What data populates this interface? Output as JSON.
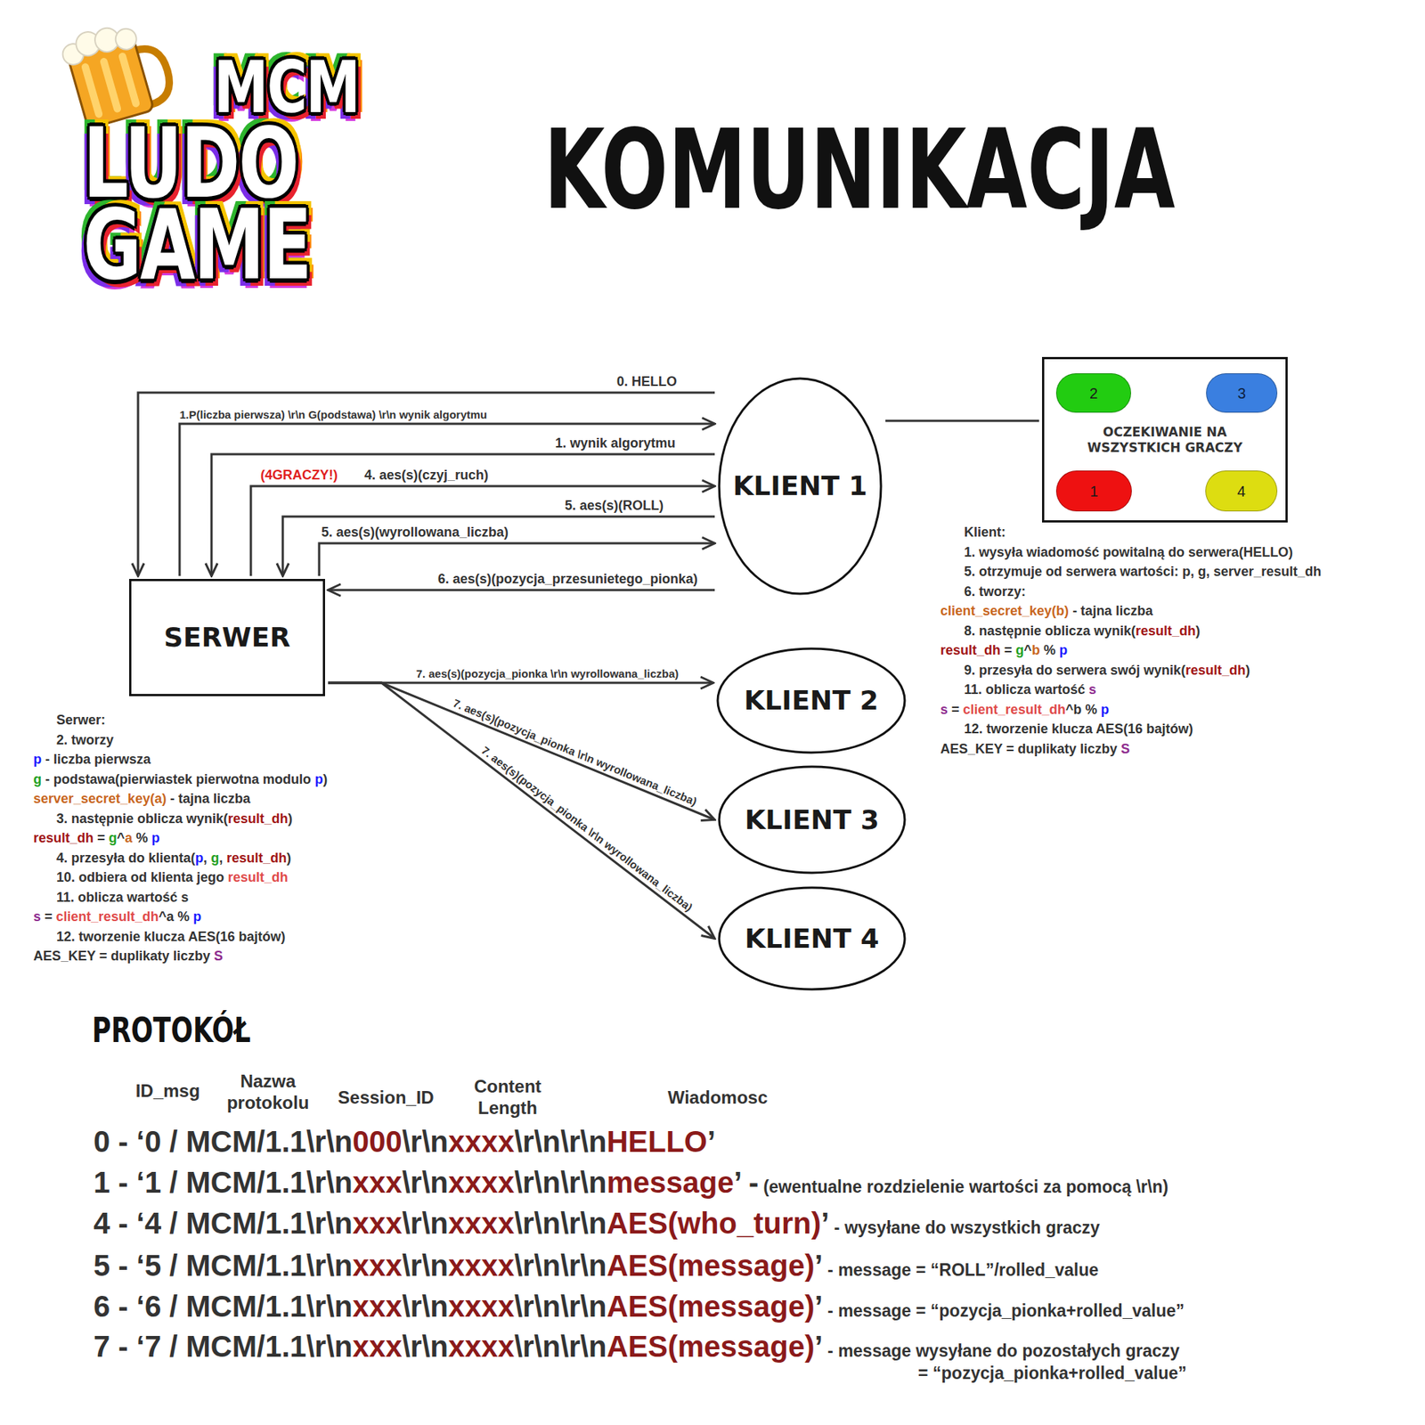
{
  "diagram": {
    "title": "KOMUNIKACJA",
    "nodes": [
      {
        "text": [
          "KLIENT 1"
        ]
      },
      {
        "text": [
          "OCZEKIWANIE NA WSZYSTKICH GRACZY"
        ]
      },
      {
        "text": [
          "2"
        ],
        "in": 1
      },
      {
        "text": [
          "3"
        ],
        "in": 1
      },
      {
        "text": [
          "1"
        ],
        "in": 1
      },
      {
        "text": [
          "4"
        ],
        "in": 1
      },
      {
        "text": [
          "SERWER"
        ]
      },
      {
        "text": [
          "KLIENT 2"
        ]
      },
      {
        "text": [
          "KLIENT 3"
        ]
      },
      {
        "text": [
          "KLIENT 4"
        ]
      }
    ],
    "edges": [
      {
        "from": 0,
        "to": 6,
        "label": "0. HELLO",
        "arrow": "to"
      },
      {
        "from": 6,
        "to": 0,
        "label": "1.P(liczba pierwsza) \\r\\n G(podstawa) \\r\\n wynik algorytmu",
        "arrow": "to"
      },
      {
        "from": 0,
        "to": 6,
        "label": "1. wynik algorytmu",
        "arrow": "to"
      },
      {
        "from": 6,
        "to": 0,
        "label": "4. aes(s)(czyj_ruch)",
        "arrow": "to"
      },
      {
        "from": 0,
        "to": 6,
        "label": "5. aes(s)(ROLL)",
        "arrow": "to"
      },
      {
        "from": 6,
        "to": 0,
        "label": "5. aes(s)(wyrollowana_liczba)",
        "arrow": "to"
      },
      {
        "from": 0,
        "to": 6,
        "label": "6. aes(s)(pozycja_przesunietego_pionka)",
        "arrow": "to"
      },
      {
        "from": 6,
        "to": 7,
        "label": "7. aes(s)(pozycja_pionka \\r\\n wyrollowana_liczba)",
        "arrow": "to"
      },
      {
        "from": 6,
        "to": 8,
        "label": "7. aes(s)(pozycja_pionka \\r\\n wyrollowana_liczba)",
        "arrow": "to"
      },
      {
        "from": 6,
        "to": 9,
        "label": "7. aes(s)(pozycja_pionka \\r\\n wyrollowana_liczba)",
        "arrow": "to"
      },
      {
        "from": 0,
        "to": 1,
        "arrow": "none"
      }
    ],
    "labels": [
      "MCM",
      "LUDO",
      "GAME",
      "(4GRACZY!)",
      "Klient:",
      "1. wysyła wiadomość powitalną do serwera(HELLO)",
      "5. otrzymuje od serwera wartości: p, g, server_result_dh",
      "6. tworzy:",
      "client_secret_key(b)",
      "- tajna liczba",
      "8. następnie oblicza wynik(",
      "result_dh",
      ")",
      "result_dh",
      "=",
      "g",
      "^",
      "b",
      "%",
      "p",
      "9. przesyła do serwera swój wynik(",
      "result_dh",
      ")",
      "11. oblicza wartość",
      "s",
      "s",
      "=",
      "client_result_dh",
      "^",
      "b",
      "%",
      "p",
      "12. tworzenie klucza AES(16 bajtów)",
      "AES_KEY = duplikaty liczby",
      "S",
      "Serwer:",
      "2. tworzy",
      "p",
      "- liczba pierwsza",
      "g",
      "- podstawa(pierwiastek pierwotna modulo",
      "p",
      ")",
      "server_secret_key(a)",
      "- tajna liczba",
      "3. następnie oblicza wynik(",
      "result_dh",
      ")",
      "result_dh",
      "=",
      "g",
      "^",
      "a",
      "%",
      "p",
      "4. przesyła do klienta(",
      "p",
      ",",
      "g",
      ",",
      "result_dh",
      ")",
      "10. odbiera od klienta jego",
      "result_dh",
      "11. oblicza wartość s",
      "s",
      "=",
      "client_result_dh",
      "^",
      "a",
      "%",
      "p",
      "12. tworzenie klucza AES(16 bajtów)",
      "AES_KEY = duplikaty liczby",
      "S",
      "PROTOKÓŁ",
      "ID_msg",
      "Nazwa protokolu",
      "Session_ID",
      "Content Length",
      "Wiadomosc",
      "0 - ‘0 / MCM/1.1\\r\\n",
      "000",
      "\\r\\n",
      "xxxx",
      "\\r\\n\\r\\n",
      "HELLO",
      "’",
      "1 - ‘1 / MCM/1.1\\r\\n",
      "xxx",
      "\\r\\n",
      "xxxx",
      "\\r\\n\\r\\n",
      "message",
      "’ -",
      "(ewentualne rozdzielenie wartości za pomocą \\r\\n)",
      "4 - ‘4 / MCM/1.1\\r\\n",
      "xxx",
      "\\r\\n",
      "xxxx",
      "\\r\\n\\r\\n",
      "AES(who_turn)",
      "’",
      "- wysyłane do wszystkich graczy",
      "5 - ‘5 / MCM/1.1\\r\\n",
      "xxx",
      "\\r\\n",
      "xxxx",
      "\\r\\n\\r\\n",
      "AES(message)",
      "’",
      "- message = “ROLL”/rolled_value",
      "6 - ‘6 / MCM/1.1\\r\\n",
      "xxx",
      "\\r\\n",
      "xxxx",
      "\\r\\n\\r\\n",
      "AES(message)",
      "’",
      "- message = “pozycja_pionka+rolled_value”",
      "7 - ‘7 / MCM/1.1\\r\\n",
      "xxx",
      "\\r\\n",
      "xxxx",
      "\\r\\n\\r\\n",
      "AES(message)",
      "’",
      "- message wysyłane do pozostałych graczy",
      "= “pozycja_pionka+rolled_value”"
    ]
  }
}
